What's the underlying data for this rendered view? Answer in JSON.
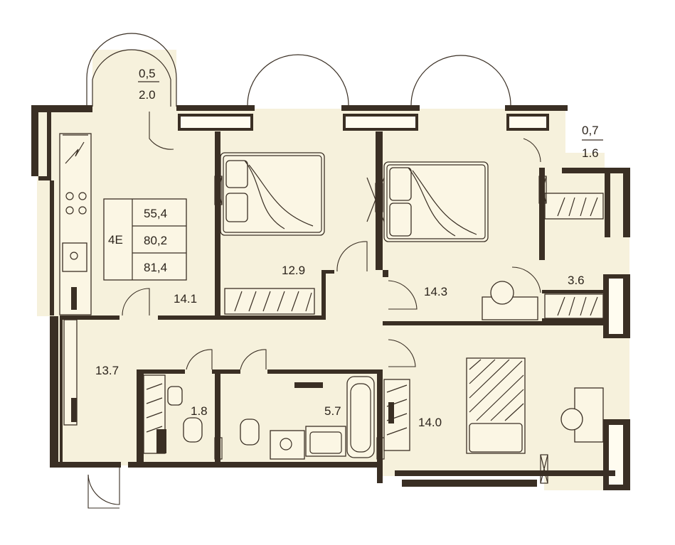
{
  "unit_type": "4E",
  "summary_areas": [
    "55,4",
    "80,2",
    "81,4"
  ],
  "rooms": {
    "balcony_top": {
      "top": "0,5",
      "bottom": "2.0"
    },
    "balcony_right": {
      "top": "0,7",
      "bottom": "1.6"
    },
    "kitchen_living": "14.1",
    "bedroom_1": "12.9",
    "bedroom_2": "14.3",
    "wardrobe": "3.6",
    "hall": "13.7",
    "wc": "1.8",
    "bathroom": "5.7",
    "bedroom_3": "14.0"
  },
  "colors": {
    "floor": "#f6f1dc",
    "wall": "#3a2f24",
    "background": "#ffffff"
  }
}
